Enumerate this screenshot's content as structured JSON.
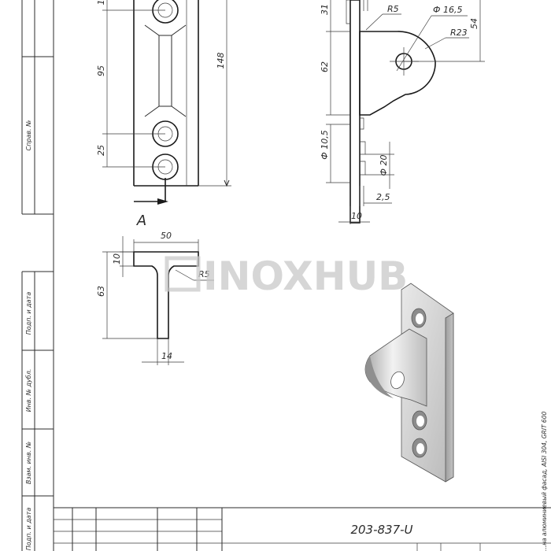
{
  "front_view": {
    "dims": {
      "top_partial": "1",
      "d95": "95",
      "d25": "25",
      "d148": "148"
    },
    "view_label": "A"
  },
  "side_view": {
    "dims": {
      "d31": "31",
      "r5": "R5",
      "phi16": "Ф 16,5",
      "r23": "R23",
      "d54": "54",
      "d62": "62",
      "phi10": "Ф 10,5",
      "phi20": "Ф 20",
      "d2_5": "2,5",
      "d10": "10"
    }
  },
  "view_a": {
    "dims": {
      "d50": "50",
      "d10": "10",
      "r5": "R5",
      "d63": "63",
      "d14": "14"
    }
  },
  "watermark": "INOXHUB",
  "left_stamp": {
    "labels": [
      "Справ. №",
      "Подп. и дата",
      "Инв. № дубл.",
      "Взам. инв. №",
      "Подп. и дата"
    ]
  },
  "title_block": {
    "drawing_code": "203-837-U"
  },
  "right_note": "...на алюминиевый фасад, AISI 304, GRIT 600"
}
